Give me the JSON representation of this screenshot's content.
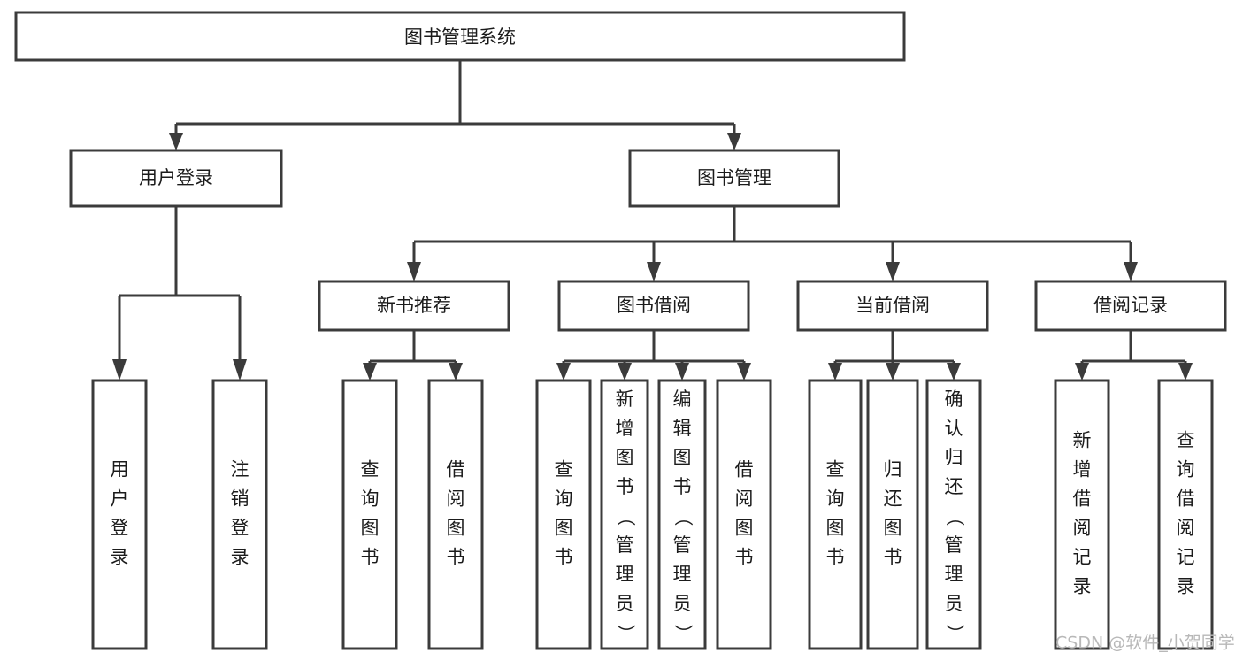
{
  "diagram": {
    "title": "图书管理系统",
    "type": "tree-hierarchy-diagram",
    "colors": {
      "box_stroke": "#3b3b3b",
      "box_fill": "#ffffff",
      "connector": "#3b3b3b",
      "text": "#1b1b1b",
      "background": "#ffffff",
      "watermark": "#b8b8b8"
    },
    "root": {
      "label": "图书管理系统"
    },
    "level2": [
      {
        "label": "用户登录"
      },
      {
        "label": "图书管理"
      }
    ],
    "level3": [
      {
        "label": "新书推荐"
      },
      {
        "label": "图书借阅"
      },
      {
        "label": "当前借阅"
      },
      {
        "label": "借阅记录"
      }
    ],
    "leaves": {
      "user_login": [
        {
          "label": "用户登录"
        },
        {
          "label": "注销登录"
        }
      ],
      "new_book_recommend": [
        {
          "label": "查询图书"
        },
        {
          "label": "借阅图书"
        }
      ],
      "book_borrow": [
        {
          "label": "查询图书"
        },
        {
          "label": "新增图书（管理员）"
        },
        {
          "label": "编辑图书（管理员）"
        },
        {
          "label": "借阅图书"
        }
      ],
      "current_borrow": [
        {
          "label": "查询图书"
        },
        {
          "label": "归还图书"
        },
        {
          "label": "确认归还（管理员）"
        }
      ],
      "borrow_record": [
        {
          "label": "新增借阅记录"
        },
        {
          "label": "查询借阅记录"
        }
      ]
    }
  },
  "watermark": {
    "text": "CSDN @软件_小贺同学"
  }
}
